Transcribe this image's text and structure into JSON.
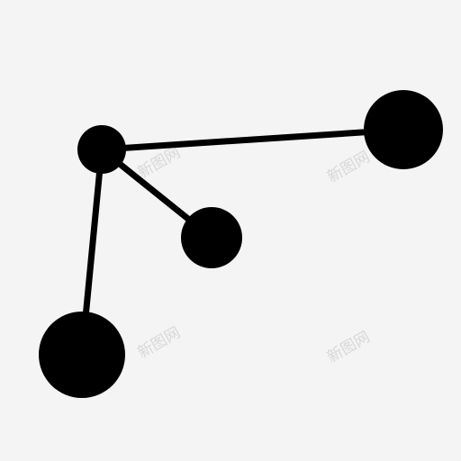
{
  "colors": {
    "background": "#f4f4f4",
    "ink": "#000000",
    "watermark": "#d8d8d8"
  },
  "icon": {
    "name": "network-nodes-icon",
    "nodes": [
      "node-hub",
      "node-right",
      "node-middle",
      "node-bottom-left"
    ],
    "edges": [
      [
        "node-hub",
        "node-right"
      ],
      [
        "node-hub",
        "node-middle"
      ],
      [
        "node-hub",
        "node-bottom-left"
      ]
    ]
  },
  "watermarks": [
    "新图网",
    "新图网",
    "新图网",
    "新图网"
  ]
}
